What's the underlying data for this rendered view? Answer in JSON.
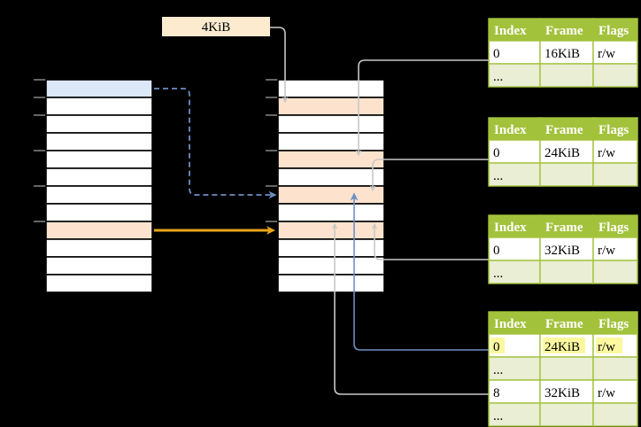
{
  "diagram": {
    "title_label": "4KiB",
    "colors": {
      "background": "#000000",
      "row_highlight_blue": "#dce8f8",
      "row_highlight_orange": "#fde3cd",
      "label_bg": "#fdebd0",
      "table_header_bg": "#a3c23c",
      "table_alt_bg": "#e9eed4",
      "cell_highlight_yellow": "#fbf8a0",
      "arrow_blue": "#6f8ec4",
      "arrow_orange": "#e8a317",
      "connector_gray": "#b9b9b9",
      "row_border": "#000000",
      "table_border": "#a3c23c"
    },
    "left_column": {
      "name": "page-directory",
      "row_count": 12,
      "highlighted": [
        {
          "index": 0,
          "fill": "blue"
        },
        {
          "index": 8,
          "fill": "orange"
        }
      ],
      "tick_rows": [
        0,
        1,
        2,
        4,
        6,
        8
      ]
    },
    "middle_column": {
      "name": "page-table",
      "row_count": 12,
      "highlighted": [
        {
          "index": 1,
          "fill": "orange"
        },
        {
          "index": 4,
          "fill": "orange"
        },
        {
          "index": 6,
          "fill": "orange"
        },
        {
          "index": 8,
          "fill": "orange"
        }
      ],
      "tick_rows": [
        0,
        1,
        2,
        4,
        6,
        8
      ]
    },
    "tables": [
      {
        "name": "tlb-table-1",
        "headers": [
          "Index",
          "Frame",
          "Flags"
        ],
        "rows": [
          {
            "cells": [
              "0",
              "16KiB",
              "r/w"
            ],
            "style": "normal",
            "highlight": []
          },
          {
            "cells": [
              "...",
              "",
              ""
            ],
            "style": "alt",
            "highlight": []
          }
        ]
      },
      {
        "name": "tlb-table-2",
        "headers": [
          "Index",
          "Frame",
          "Flags"
        ],
        "rows": [
          {
            "cells": [
              "0",
              "24KiB",
              "r/w"
            ],
            "style": "normal",
            "highlight": []
          },
          {
            "cells": [
              "...",
              "",
              ""
            ],
            "style": "alt",
            "highlight": []
          }
        ]
      },
      {
        "name": "tlb-table-3",
        "headers": [
          "Index",
          "Frame",
          "Flags"
        ],
        "rows": [
          {
            "cells": [
              "0",
              "32KiB",
              "r/w"
            ],
            "style": "normal",
            "highlight": []
          },
          {
            "cells": [
              "...",
              "",
              ""
            ],
            "style": "alt",
            "highlight": []
          }
        ]
      },
      {
        "name": "tlb-table-4",
        "headers": [
          "Index",
          "Frame",
          "Flags"
        ],
        "rows": [
          {
            "cells": [
              "0",
              "24KiB",
              "r/w"
            ],
            "style": "normal",
            "highlight": [
              0,
              1,
              2
            ]
          },
          {
            "cells": [
              "...",
              "",
              ""
            ],
            "style": "alt",
            "highlight": []
          },
          {
            "cells": [
              "8",
              "32KiB",
              "r/w"
            ],
            "style": "normal",
            "highlight": []
          },
          {
            "cells": [
              "...",
              "",
              ""
            ],
            "style": "alt",
            "highlight": []
          }
        ]
      }
    ]
  }
}
